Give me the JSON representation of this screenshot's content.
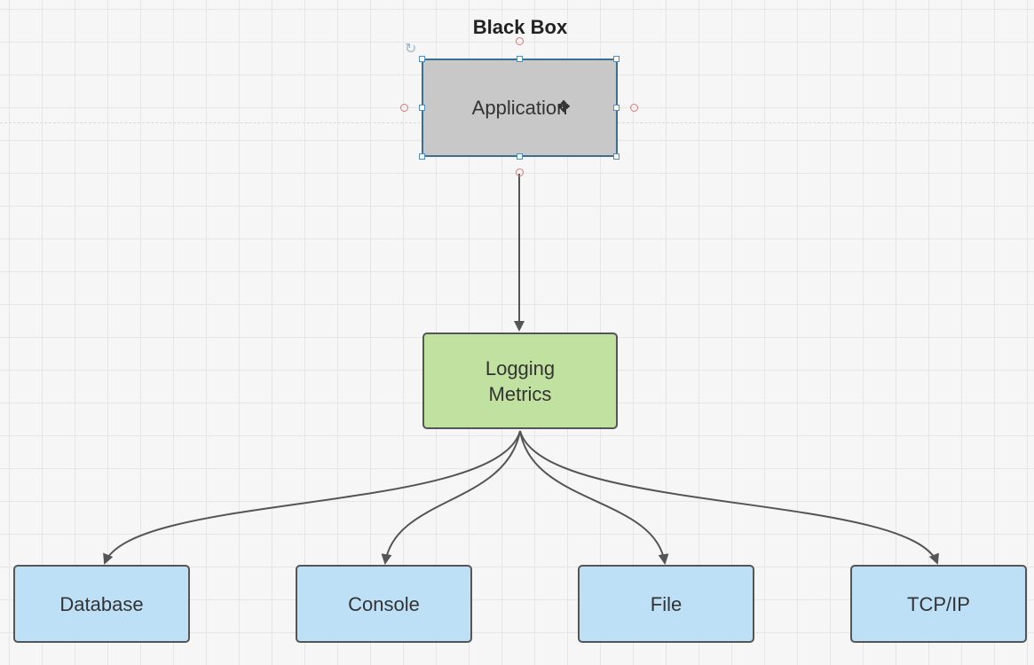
{
  "diagram": {
    "title": "Black Box",
    "nodes": {
      "application": {
        "label": "Application",
        "fill": "#c8c8c8",
        "selected": true
      },
      "logging": {
        "label": "Logging\nMetrics",
        "fill": "#c0e1a0"
      },
      "database": {
        "label": "Database",
        "fill": "#bde0f6"
      },
      "console": {
        "label": "Console",
        "fill": "#bde0f6"
      },
      "file": {
        "label": "File",
        "fill": "#bde0f6"
      },
      "tcpip": {
        "label": "TCP/IP",
        "fill": "#bde0f6"
      }
    },
    "edges": [
      {
        "from": "Application",
        "to": "Logging\nMetrics"
      },
      {
        "from": "Logging\nMetrics",
        "to": "Database"
      },
      {
        "from": "Logging\nMetrics",
        "to": "Console"
      },
      {
        "from": "Logging\nMetrics",
        "to": "File"
      },
      {
        "from": "Logging\nMetrics",
        "to": "TCP/IP"
      }
    ],
    "colors": {
      "connector": "#555555",
      "selection": "#4a90c8",
      "anchor": "#d9777a",
      "grid": "#e6e6e6"
    },
    "icons": {
      "rotate": "rotate-handle-icon",
      "cursor": "move-cursor-icon"
    }
  }
}
